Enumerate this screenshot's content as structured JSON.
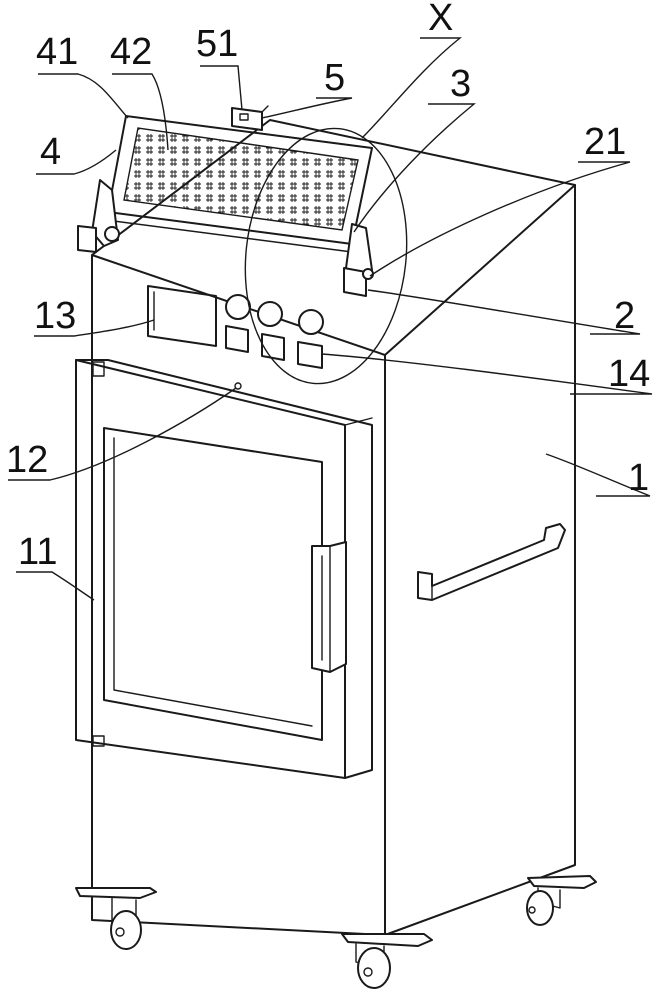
{
  "labels": {
    "l41": "41",
    "l42": "42",
    "l51": "51",
    "l5": "5",
    "lX": "X",
    "l3": "3",
    "l4": "4",
    "l21": "21",
    "l13": "13",
    "l2": "2",
    "l14": "14",
    "l12": "12",
    "l1": "1",
    "l11": "11"
  },
  "colors": {
    "line": "#1a1a1a",
    "background": "#ffffff"
  }
}
